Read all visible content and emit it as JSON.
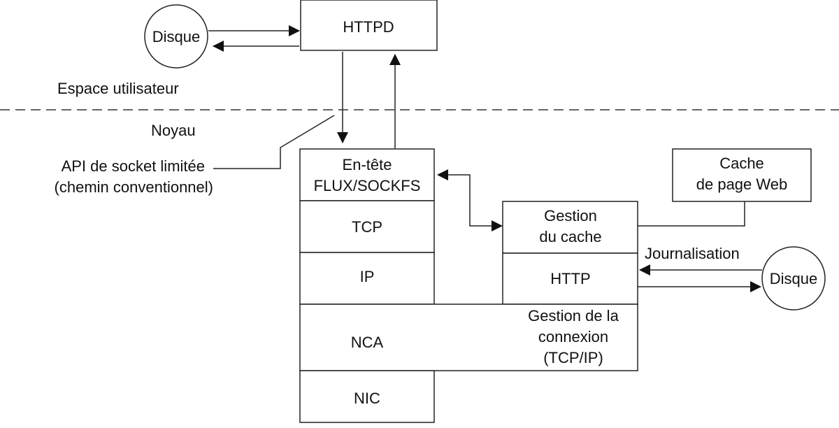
{
  "labels": {
    "httpd": "HTTPD",
    "disk_top": "Disque",
    "user_space": "Espace utilisateur",
    "kernel": "Noyau",
    "api_line1": "API de socket limitée",
    "api_line2": "(chemin conventionnel)",
    "stream_line1": "En-tête",
    "stream_line2": "FLUX/SOCKFS",
    "tcp": "TCP",
    "ip": "IP",
    "nca": "NCA",
    "nic": "NIC",
    "cache_mgmt_line1": "Gestion",
    "cache_mgmt_line2": "du cache",
    "http": "HTTP",
    "conn_line1": "Gestion de la",
    "conn_line2": "connexion",
    "conn_line3": "(TCP/IP)",
    "web_cache_line1": "Cache",
    "web_cache_line2": "de page Web",
    "logging": "Journalisation",
    "disk_right": "Disque"
  }
}
